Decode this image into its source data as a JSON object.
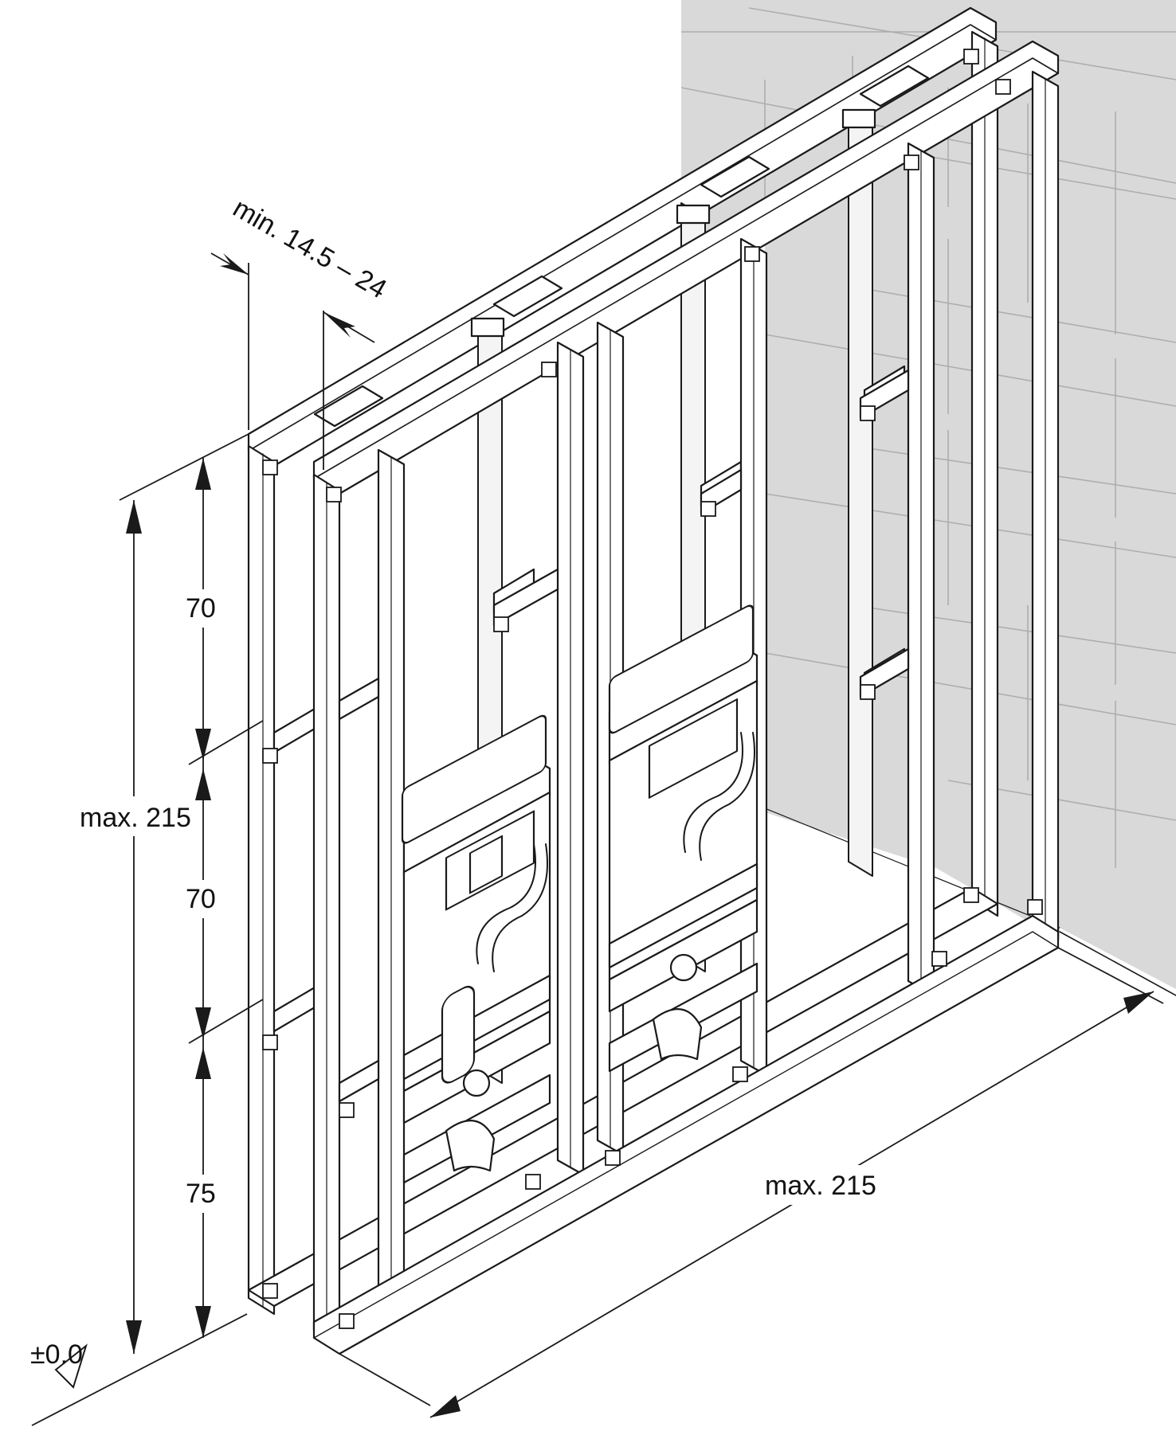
{
  "dimensions": {
    "depth_label": "min. 14.5 – 24",
    "height_total_label": "max. 215",
    "height_upper_label": "70",
    "height_middle_label": "70",
    "height_lower_label": "75",
    "width_total_label": "max. 215",
    "floor_level_label": "±0.0"
  },
  "colors": {
    "wall_tiles": "#d9d9d9",
    "line": "#1a1a1a",
    "background": "#ffffff"
  },
  "icons": {
    "floor_marker": "triangle-level-icon",
    "arrows": "dimension-arrow-icon"
  }
}
